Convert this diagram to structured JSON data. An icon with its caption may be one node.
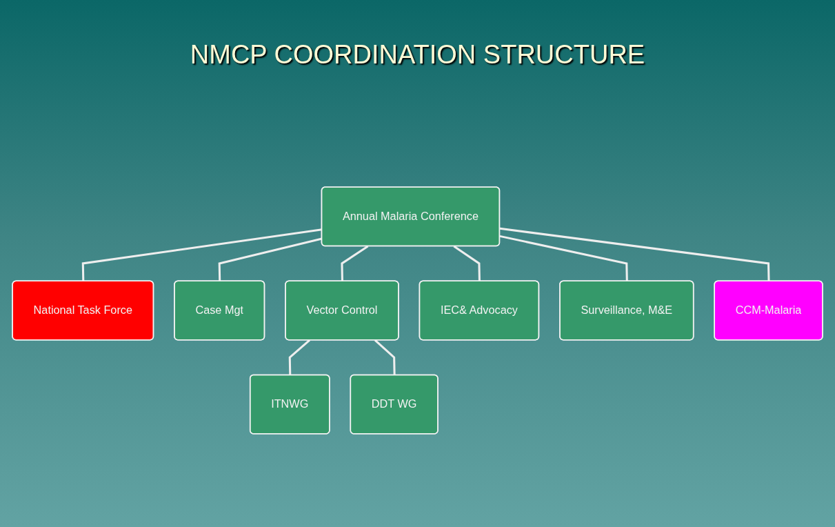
{
  "diagram": {
    "title": "NMCP COORDINATION STRUCTURE",
    "nodes": [
      {
        "text": [
          "Annual Malaria Conference"
        ]
      },
      {
        "text": [
          "National Task Force"
        ]
      },
      {
        "text": [
          "Case Mgt"
        ]
      },
      {
        "text": [
          "Vector Control"
        ]
      },
      {
        "text": [
          "IEC& Advocacy"
        ]
      },
      {
        "text": [
          "Surveillance, M&E"
        ]
      },
      {
        "text": [
          "CCM-Malaria"
        ]
      },
      {
        "text": [
          "ITNWG"
        ]
      },
      {
        "text": [
          "DDT WG"
        ]
      }
    ],
    "edges": [
      {
        "from": 0,
        "to": 1,
        "arrow": "none"
      },
      {
        "from": 0,
        "to": 2,
        "arrow": "none"
      },
      {
        "from": 0,
        "to": 3,
        "arrow": "none"
      },
      {
        "from": 0,
        "to": 4,
        "arrow": "none"
      },
      {
        "from": 0,
        "to": 5,
        "arrow": "none"
      },
      {
        "from": 0,
        "to": 6,
        "arrow": "none"
      },
      {
        "from": 3,
        "to": 7,
        "arrow": "none"
      },
      {
        "from": 3,
        "to": 8,
        "arrow": "none"
      }
    ]
  }
}
